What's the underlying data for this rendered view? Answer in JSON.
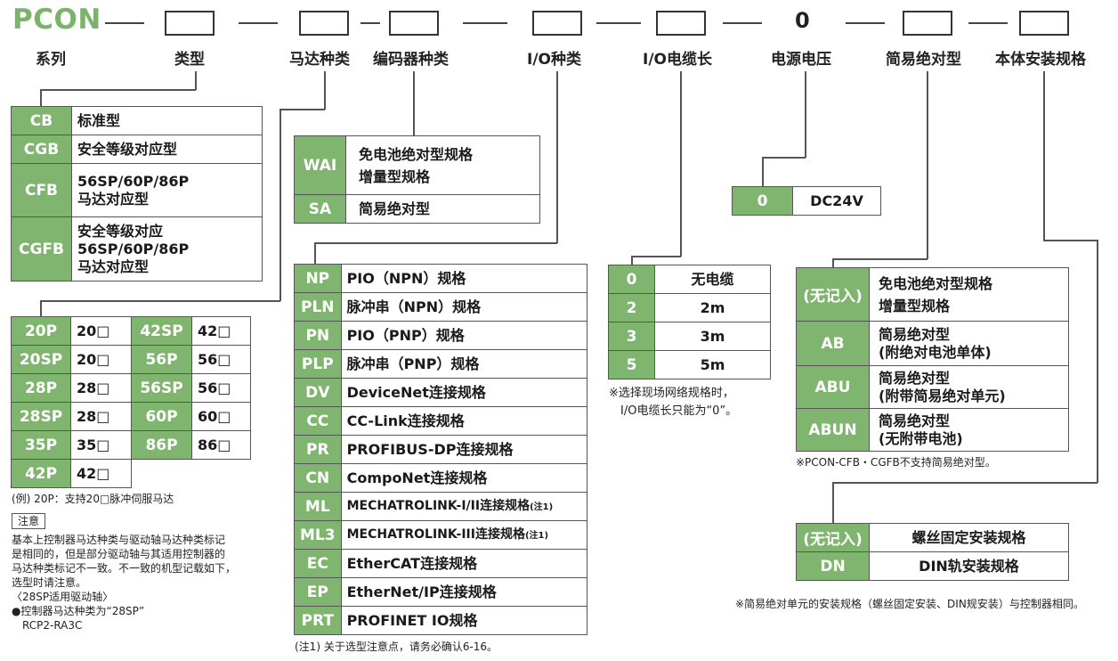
{
  "title": "PCON",
  "headers": [
    "系列",
    "类型",
    "马达种类",
    "编码器种类",
    "I/O种类",
    "I/O电缆长",
    "电源电压",
    "简易绝对型",
    "本体安装规格"
  ],
  "fixed_voltage": "0",
  "type_table": [
    {
      "code": "CB",
      "desc": "标准型"
    },
    {
      "code": "CGB",
      "desc": "安全等级对应型"
    },
    {
      "code": "CFB",
      "desc": "56SP/60P/86P\n马达对应型"
    },
    {
      "code": "CGFB",
      "desc": "安全等级对应\n56SP/60P/86P\n马达对应型"
    }
  ],
  "encoder_table": [
    {
      "code": "WAI",
      "desc": "免电池绝对型规格\n增量型规格"
    },
    {
      "code": "SA",
      "desc": "简易绝对型"
    }
  ],
  "motor_table": [
    {
      "c1": "20P",
      "v1": "20□",
      "c2": "42SP",
      "v2": "42□"
    },
    {
      "c1": "20SP",
      "v1": "20□",
      "c2": "56P",
      "v2": "56□"
    },
    {
      "c1": "28P",
      "v1": "28□",
      "c2": "56SP",
      "v2": "56□"
    },
    {
      "c1": "28SP",
      "v1": "28□",
      "c2": "60P",
      "v2": "60□"
    },
    {
      "c1": "35P",
      "v1": "35□",
      "c2": "86P",
      "v2": "86□"
    },
    {
      "c1": "42P",
      "v1": "42□"
    }
  ],
  "motor_note": "(例) 20P：支持20□脉冲伺服马达",
  "notice_label": "注意",
  "notice_lines": [
    "基本上控制器马达种类与驱动轴马达种类标记",
    "是相同的，但是部分驱动轴与其适用控制器的",
    "马达种类标记不一致。不一致的机型记载如下，",
    "选型时请注意。",
    "〈28SP适用驱动轴〉",
    "●控制器马达种类为“28SP”",
    "　RCP2-RA3C"
  ],
  "io_table": [
    {
      "code": "NP",
      "desc": "PIO（NPN）规格"
    },
    {
      "code": "PLN",
      "desc": "脉冲串（NPN）规格"
    },
    {
      "code": "PN",
      "desc": "PIO（PNP）规格"
    },
    {
      "code": "PLP",
      "desc": "脉冲串（PNP）规格"
    },
    {
      "code": "DV",
      "desc": "DeviceNet连接规格"
    },
    {
      "code": "CC",
      "desc": "CC-Link连接规格"
    },
    {
      "code": "PR",
      "desc": "PROFIBUS-DP连接规格"
    },
    {
      "code": "CN",
      "desc": "CompoNet连接规格"
    },
    {
      "code": "ML",
      "desc": "MECHATROLINK-I/II连接规格",
      "sup": "(注1)"
    },
    {
      "code": "ML3",
      "desc": "MECHATROLINK-III连接规格",
      "sup": "(注1)"
    },
    {
      "code": "EC",
      "desc": "EtherCAT连接规格"
    },
    {
      "code": "EP",
      "desc": "EtherNet/IP连接规格"
    },
    {
      "code": "PRT",
      "desc": "PROFINET IO规格"
    }
  ],
  "io_note": "(注1) 关于选型注意点，请务必确认6-16。",
  "cable_table": [
    {
      "code": "0",
      "desc": "无电缆"
    },
    {
      "code": "2",
      "desc": "2m"
    },
    {
      "code": "3",
      "desc": "3m"
    },
    {
      "code": "5",
      "desc": "5m"
    }
  ],
  "cable_note": [
    "※选择现场网络规格时，",
    "　I/O电缆长只能为“0”。"
  ],
  "voltage_table": [
    {
      "code": "0",
      "desc": "DC24V"
    }
  ],
  "abs_table": [
    {
      "code": "(无记入)",
      "desc": "免电池绝对型规格\n增量型规格"
    },
    {
      "code": "AB",
      "desc": "简易绝对型\n(附绝对电池单体)"
    },
    {
      "code": "ABU",
      "desc": "简易绝对型\n(附带简易绝对单元)"
    },
    {
      "code": "ABUN",
      "desc": "简易绝对型\n(无附带电池)"
    }
  ],
  "abs_note": "※PCON-CFB・CGFB不支持简易绝对型。",
  "mount_table": [
    {
      "code": "(无记入)",
      "desc": "螺丝固定安装规格"
    },
    {
      "code": "DN",
      "desc": "DIN轨安装规格"
    }
  ],
  "mount_note": "※简易绝对单元的安装规格（螺丝固定安装、DIN规安装）与控制器相同。",
  "colors": {
    "accent": "#80b56f",
    "title": "#7cb36a"
  }
}
